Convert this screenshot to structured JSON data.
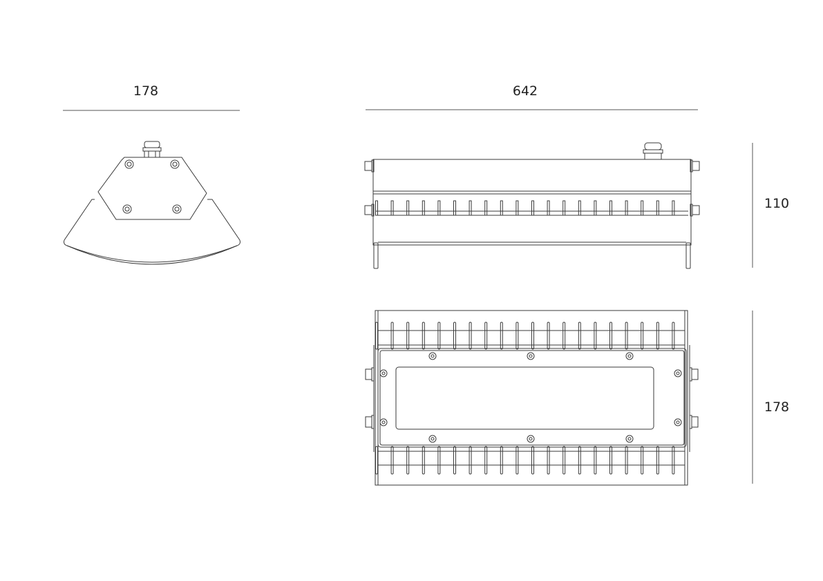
{
  "dimensions": {
    "side_width": "178",
    "front_length": "642",
    "front_height": "110",
    "bottom_depth": "178"
  },
  "colors": {
    "line": "#3a3a3a",
    "background": "#ffffff"
  },
  "views": [
    "side-view",
    "front-view",
    "bottom-view"
  ]
}
